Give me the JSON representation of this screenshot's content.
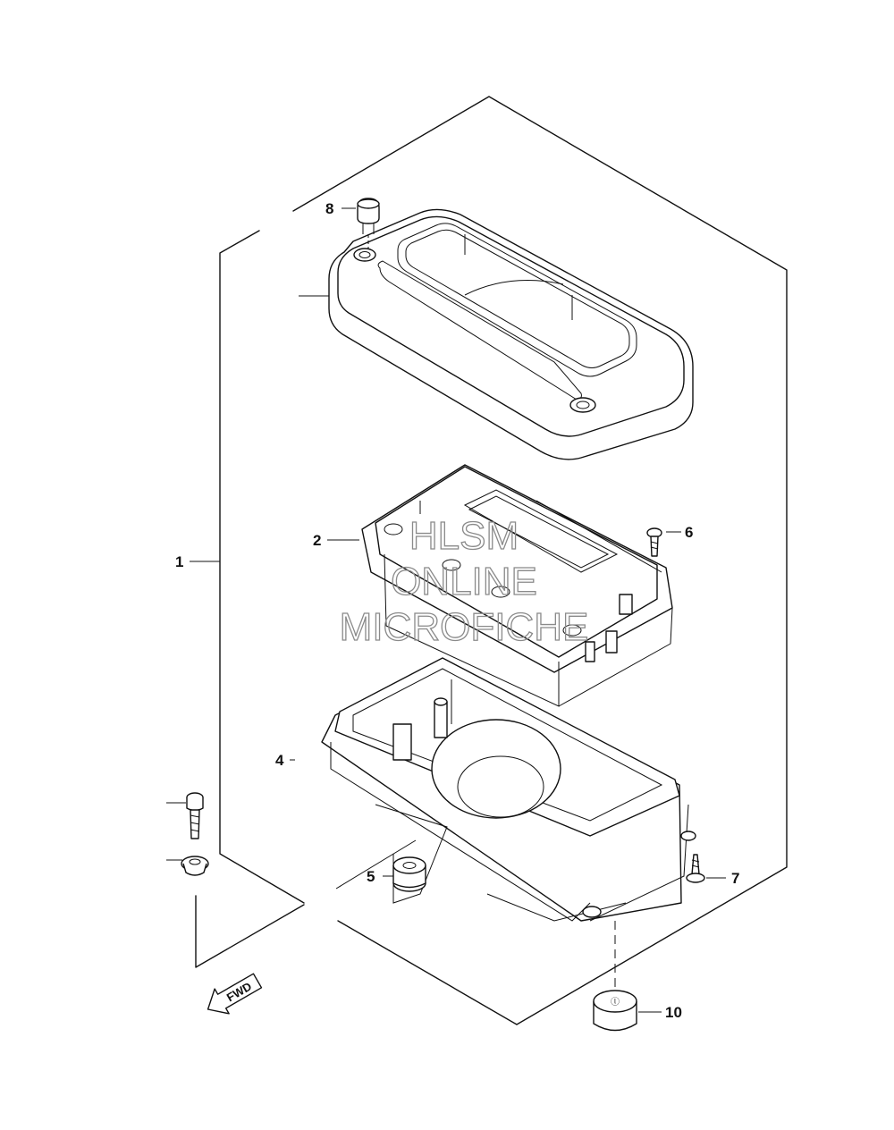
{
  "callouts": {
    "c1": "1",
    "c2": "2",
    "c4": "4",
    "c5": "5",
    "c6": "6",
    "c7": "7",
    "c8": "8",
    "c10": "10"
  },
  "fwd_label": "FWD",
  "watermark": {
    "line1": "HLSM",
    "line2": "ONLINE",
    "line3": "MICROFICHE"
  }
}
